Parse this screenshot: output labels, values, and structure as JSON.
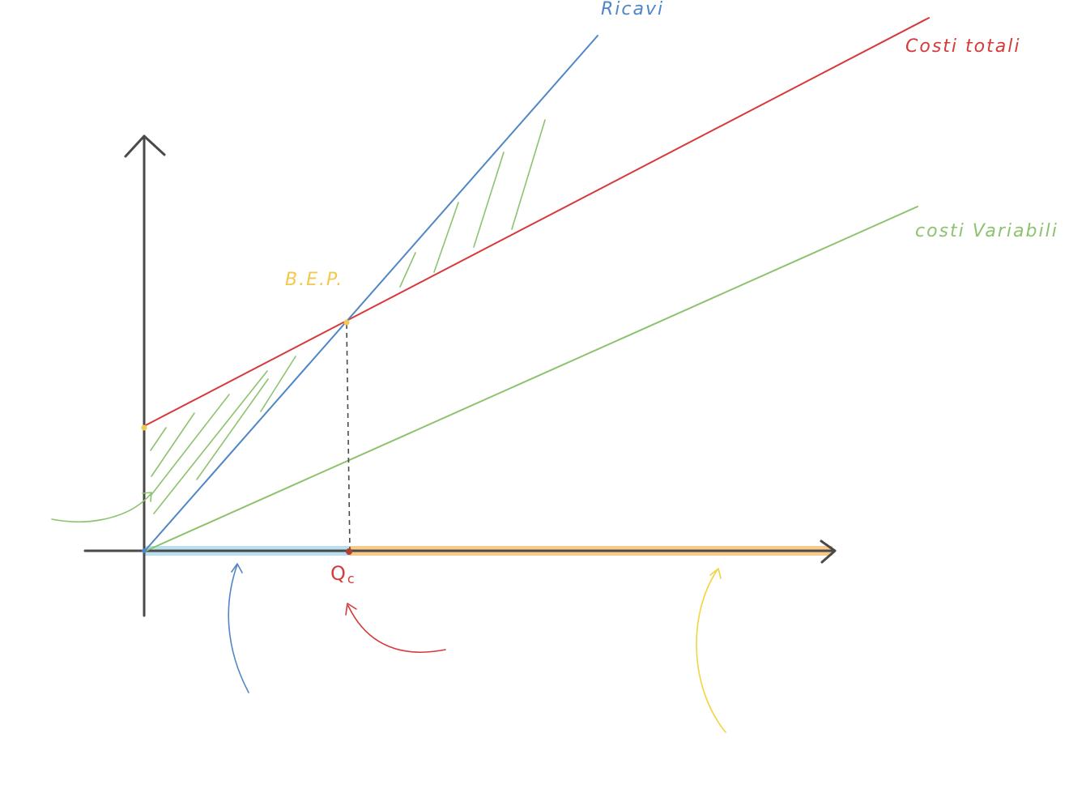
{
  "labels": {
    "revenue": "Ricavi",
    "total_costs": "Costi totali",
    "variable_costs": "costi Variabili",
    "break_even": "B.E.P.",
    "critical_quantity": "Q",
    "critical_quantity_sub": "c"
  },
  "colors": {
    "axis": "#4a4a4a",
    "revenue": "#4f86c6",
    "total_costs": "#d63a3a",
    "variable_costs": "#8dc26f",
    "break_even": "#f2c94c",
    "loss_zone": "#a8d8ea",
    "profit_zone": "#f6c177"
  }
}
